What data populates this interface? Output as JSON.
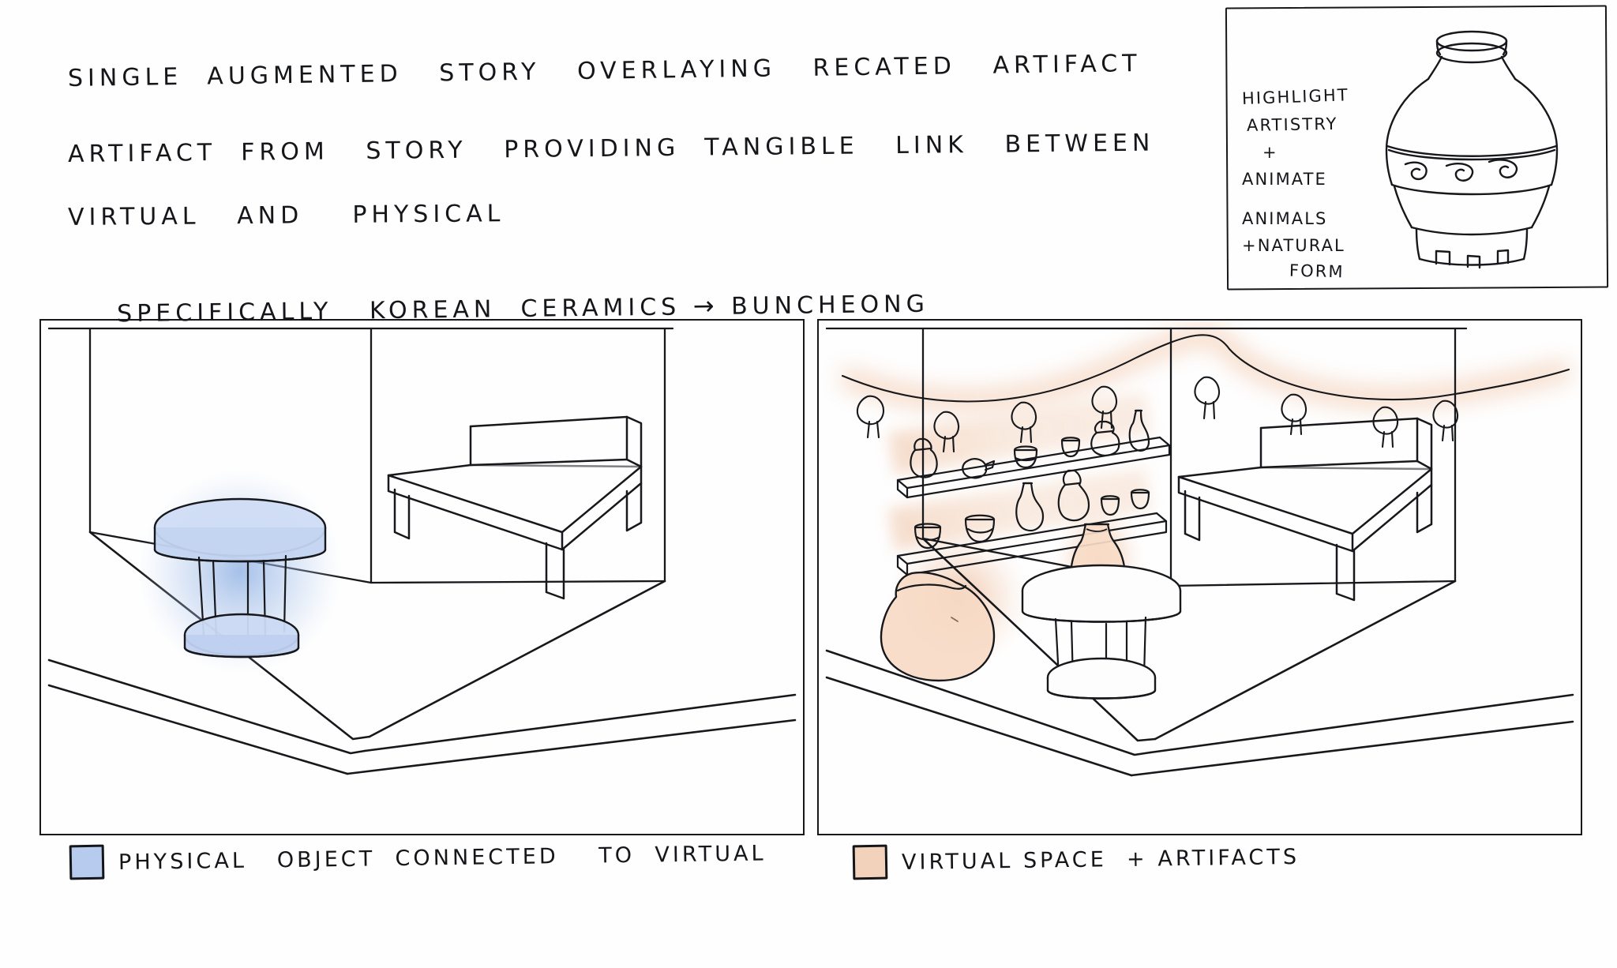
{
  "notes": {
    "line1": "SINGLE  AUGMENTED   STORY   OVERLAYING   RECATED   ARTIFACT",
    "line2": "ARTIFACT  FROM   STORY   PROVIDING  TANGIBLE   LINK   BETWEEN",
    "line3": "VIRTUAL   AND    PHYSICAL",
    "line4_a": "SPECIFICALLY   KOREAN  CERAMICS ",
    "line4_arrow": "→",
    "line4_b": " BUNCHEONG"
  },
  "artifact_panel": {
    "notes": [
      "HIGHLIGHT",
      "ARTISTRY",
      "+",
      "ANIMATE",
      "ANIMALS",
      "+NATURAL",
      "FORM"
    ],
    "drawing_name": "buncheong-vase-sketch"
  },
  "rooms": {
    "left": {
      "name": "physical-room-sketch",
      "caption": "empty gallery room with plinth and bench",
      "elements": [
        "room-walls",
        "floor",
        "bench",
        "plinth-table"
      ],
      "highlight_color": "#a9c0e8"
    },
    "right": {
      "name": "augmented-room-sketch",
      "caption": "same gallery room overlaid with virtual ceramics, shelves and hanging lanterns",
      "elements": [
        "room-walls",
        "floor",
        "bench",
        "plinth-table",
        "vase-on-plinth",
        "large-floor-pot",
        "upper-shelf",
        "lower-shelf",
        "hanging-string-lights"
      ],
      "highlight_color": "#e8b48f"
    }
  },
  "legend": {
    "physical": {
      "swatch_color": "#b6cbee",
      "label": "PHYSICAL   OBJECT  CONNECTED    TO  VIRTUAL"
    },
    "virtual": {
      "swatch_color": "#f2d2bb",
      "label": "VIRTUAL SPACE  + ARTIFACTS"
    }
  },
  "colors": {
    "ink": "#15161a",
    "blue_glow": "#aac3ea",
    "orange_glow": "#eeb694",
    "paper": "#fefefe"
  }
}
